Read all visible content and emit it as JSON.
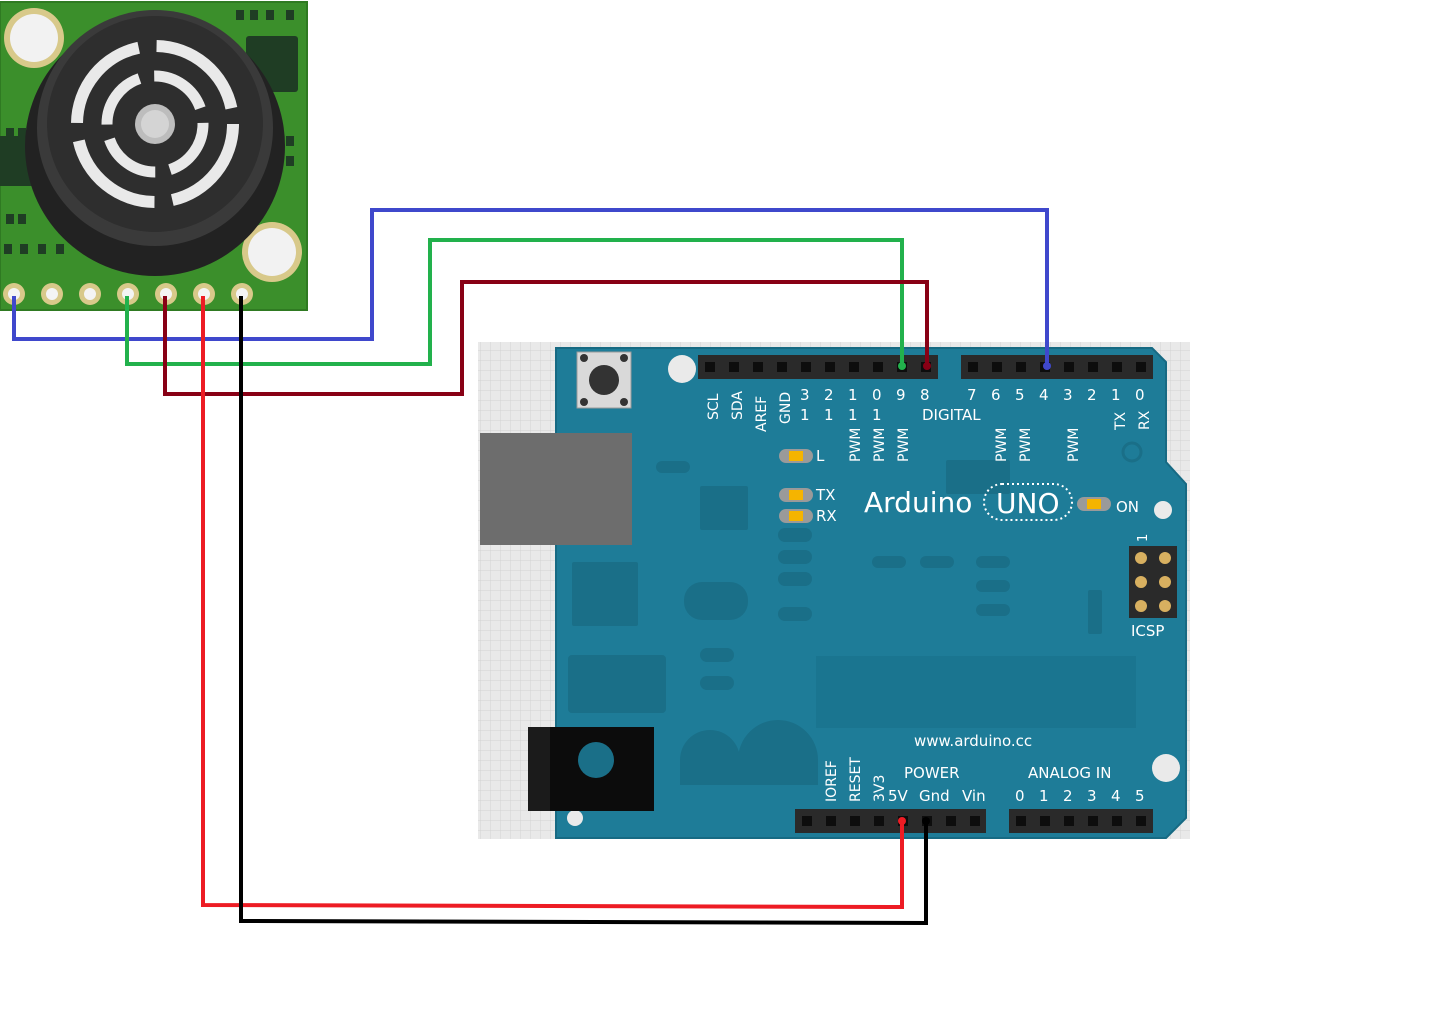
{
  "board": {
    "brand": "Arduino",
    "model": "UNO",
    "website": "www.arduino.cc",
    "digital_label": "DIGITAL",
    "power_label": "POWER",
    "analog_label": "ANALOG IN",
    "icsp_label": "ICSP",
    "icsp_pin1": "1",
    "leds": {
      "l": "L",
      "tx": "TX",
      "rx": "RX",
      "on": "ON"
    },
    "top_left_rotated": [
      "SCL",
      "SDA",
      "AREF",
      "GND"
    ],
    "top_left_numbers": [
      {
        "top": "3",
        "bottom": "1"
      },
      {
        "top": "2",
        "bottom": "1"
      },
      {
        "top": "1",
        "bottom": "1"
      },
      {
        "top": "0",
        "bottom": "1"
      },
      {
        "top": "9",
        "bottom": ""
      },
      {
        "top": "8",
        "bottom": ""
      }
    ],
    "top_right_numbers": [
      "7",
      "6",
      "5",
      "4",
      "3",
      "2",
      "1",
      "0"
    ],
    "pwm_label": "PWM",
    "tx_rx_rotated": [
      "TX",
      "RX"
    ],
    "power_rotated": [
      "IOREF",
      "RESET",
      "3V3"
    ],
    "power_pins": [
      "5V",
      "Gnd",
      "Vin"
    ],
    "analog_pins": [
      "0",
      "1",
      "2",
      "3",
      "4",
      "5"
    ]
  },
  "wires": [
    {
      "color": "#3f48cc",
      "from": "sensor pin 1",
      "to": "digital 4"
    },
    {
      "color": "#22b14c",
      "from": "sensor pin 4",
      "to": "digital 9"
    },
    {
      "color": "#880015",
      "from": "sensor pin 5",
      "to": "digital 8"
    },
    {
      "color": "#ed1c24",
      "from": "sensor pin 6",
      "to": "5V"
    },
    {
      "color": "#000000",
      "from": "sensor pin 7",
      "to": "Gnd"
    }
  ],
  "colors": {
    "board_blue": "#1f7f9a",
    "sensor_pcb_green": "#3a8f2a",
    "grid_bg": "#e6e6e6"
  }
}
